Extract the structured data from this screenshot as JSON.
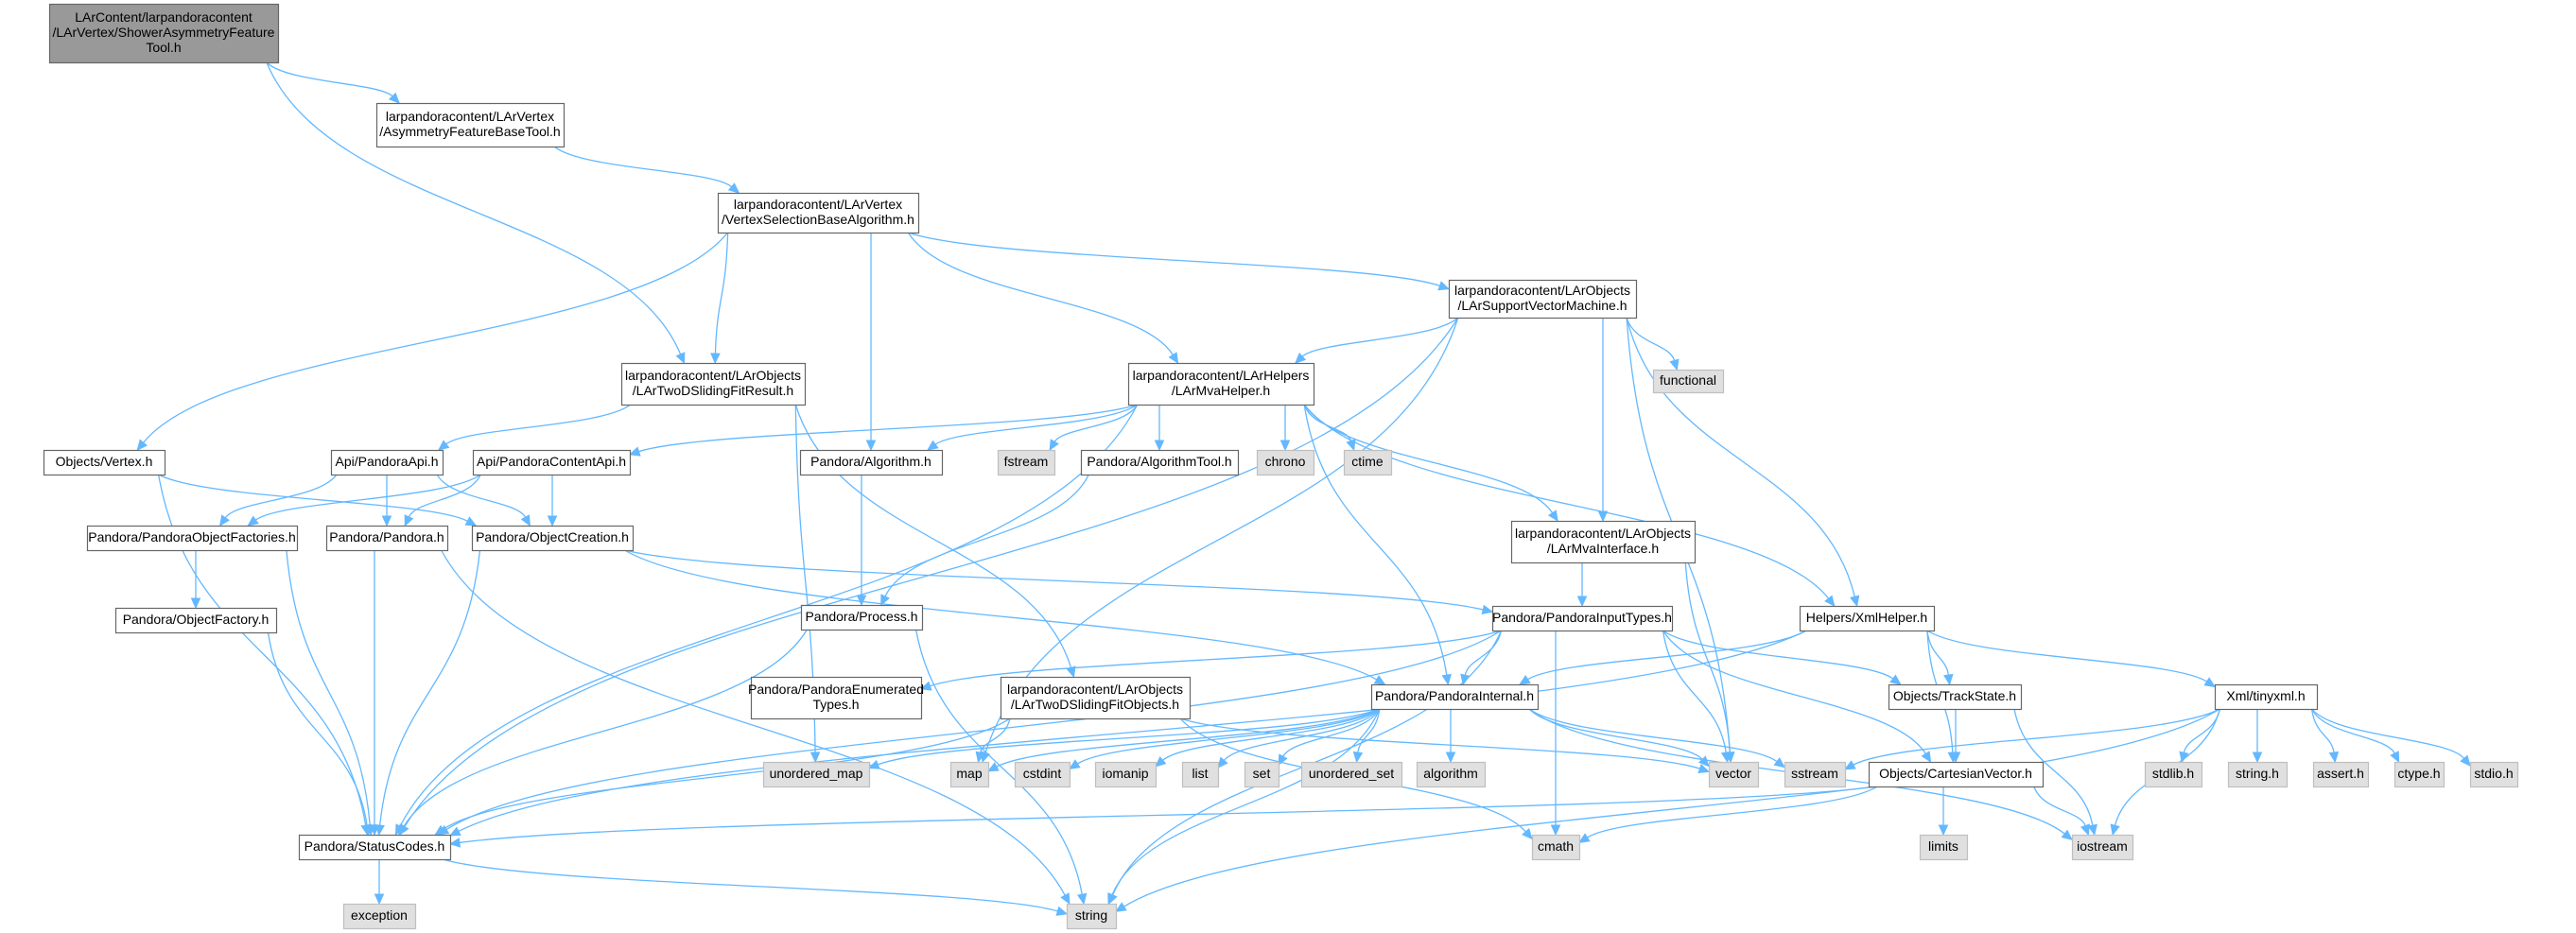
{
  "nodes": [
    {
      "id": "root",
      "lines": [
        "LArContent/larpandoracontent",
        "/LArVertex/ShowerAsymmetryFeature",
        "Tool.h"
      ],
      "style": "root"
    },
    {
      "id": "asymfbt",
      "lines": [
        "larpandoracontent/LArVertex",
        "/AsymmetryFeatureBaseTool.h"
      ],
      "style": "local"
    },
    {
      "id": "vsba",
      "lines": [
        "larpandoracontent/LArVertex",
        "/VertexSelectionBaseAlgorithm.h"
      ],
      "style": "local"
    },
    {
      "id": "svm",
      "lines": [
        "larpandoracontent/LArObjects",
        "/LArSupportVectorMachine.h"
      ],
      "style": "local"
    },
    {
      "id": "functional",
      "lines": [
        "functional"
      ],
      "style": "system"
    },
    {
      "id": "twodsfr",
      "lines": [
        "larpandoracontent/LArObjects",
        "/LArTwoDSlidingFitResult.h"
      ],
      "style": "local"
    },
    {
      "id": "mvahelper",
      "lines": [
        "larpandoracontent/LArHelpers",
        "/LArMvaHelper.h"
      ],
      "style": "local"
    },
    {
      "id": "vertex",
      "lines": [
        "Objects/Vertex.h"
      ],
      "style": "local"
    },
    {
      "id": "pandoraapi",
      "lines": [
        "Api/PandoraApi.h"
      ],
      "style": "local"
    },
    {
      "id": "contentapi",
      "lines": [
        "Api/PandoraContentApi.h"
      ],
      "style": "local"
    },
    {
      "id": "algorithm",
      "lines": [
        "Pandora/Algorithm.h"
      ],
      "style": "local"
    },
    {
      "id": "fstream",
      "lines": [
        "fstream"
      ],
      "style": "system"
    },
    {
      "id": "algtool",
      "lines": [
        "Pandora/AlgorithmTool.h"
      ],
      "style": "local"
    },
    {
      "id": "chrono",
      "lines": [
        "chrono"
      ],
      "style": "system"
    },
    {
      "id": "ctime",
      "lines": [
        "ctime"
      ],
      "style": "system"
    },
    {
      "id": "objfactories",
      "lines": [
        "Pandora/PandoraObjectFactories.h"
      ],
      "style": "local"
    },
    {
      "id": "pandora",
      "lines": [
        "Pandora/Pandora.h"
      ],
      "style": "local"
    },
    {
      "id": "objcreation",
      "lines": [
        "Pandora/ObjectCreation.h"
      ],
      "style": "local"
    },
    {
      "id": "mvainterface",
      "lines": [
        "larpandoracontent/LArObjects",
        "/LArMvaInterface.h"
      ],
      "style": "local"
    },
    {
      "id": "objfactory",
      "lines": [
        "Pandora/ObjectFactory.h"
      ],
      "style": "local"
    },
    {
      "id": "process",
      "lines": [
        "Pandora/Process.h"
      ],
      "style": "local"
    },
    {
      "id": "inputtypes",
      "lines": [
        "Pandora/PandoraInputTypes.h"
      ],
      "style": "local"
    },
    {
      "id": "xmlhelper",
      "lines": [
        "Helpers/XmlHelper.h"
      ],
      "style": "local"
    },
    {
      "id": "enumtypes",
      "lines": [
        "Pandora/PandoraEnumerated",
        "Types.h"
      ],
      "style": "local"
    },
    {
      "id": "twodsfo",
      "lines": [
        "larpandoracontent/LArObjects",
        "/LArTwoDSlidingFitObjects.h"
      ],
      "style": "local"
    },
    {
      "id": "internal",
      "lines": [
        "Pandora/PandoraInternal.h"
      ],
      "style": "local"
    },
    {
      "id": "trackstate",
      "lines": [
        "Objects/TrackState.h"
      ],
      "style": "local"
    },
    {
      "id": "tinyxml",
      "lines": [
        "Xml/tinyxml.h"
      ],
      "style": "local"
    },
    {
      "id": "unordered_map",
      "lines": [
        "unordered_map"
      ],
      "style": "system"
    },
    {
      "id": "map",
      "lines": [
        "map"
      ],
      "style": "system"
    },
    {
      "id": "cstdint",
      "lines": [
        "cstdint"
      ],
      "style": "system"
    },
    {
      "id": "iomanip",
      "lines": [
        "iomanip"
      ],
      "style": "system"
    },
    {
      "id": "list",
      "lines": [
        "list"
      ],
      "style": "system"
    },
    {
      "id": "set",
      "lines": [
        "set"
      ],
      "style": "system"
    },
    {
      "id": "unordered_set",
      "lines": [
        "unordered_set"
      ],
      "style": "system"
    },
    {
      "id": "algorithmstd",
      "lines": [
        "algorithm"
      ],
      "style": "system"
    },
    {
      "id": "vector",
      "lines": [
        "vector"
      ],
      "style": "system"
    },
    {
      "id": "sstream",
      "lines": [
        "sstream"
      ],
      "style": "system"
    },
    {
      "id": "cartvec",
      "lines": [
        "Objects/CartesianVector.h"
      ],
      "style": "local"
    },
    {
      "id": "stdlib",
      "lines": [
        "stdlib.h"
      ],
      "style": "system"
    },
    {
      "id": "stringh",
      "lines": [
        "string.h"
      ],
      "style": "system"
    },
    {
      "id": "assert",
      "lines": [
        "assert.h"
      ],
      "style": "system"
    },
    {
      "id": "ctype",
      "lines": [
        "ctype.h"
      ],
      "style": "system"
    },
    {
      "id": "stdio",
      "lines": [
        "stdio.h"
      ],
      "style": "system"
    },
    {
      "id": "statuscodes",
      "lines": [
        "Pandora/StatusCodes.h"
      ],
      "style": "local"
    },
    {
      "id": "cmath",
      "lines": [
        "cmath"
      ],
      "style": "system"
    },
    {
      "id": "limits",
      "lines": [
        "limits"
      ],
      "style": "system"
    },
    {
      "id": "iostream",
      "lines": [
        "iostream"
      ],
      "style": "system"
    },
    {
      "id": "exception",
      "lines": [
        "exception"
      ],
      "style": "system"
    },
    {
      "id": "string",
      "lines": [
        "string"
      ],
      "style": "system"
    }
  ],
  "edges": [
    [
      "root",
      "asymfbt"
    ],
    [
      "root",
      "twodsfr"
    ],
    [
      "asymfbt",
      "vsba"
    ],
    [
      "vsba",
      "vertex"
    ],
    [
      "vsba",
      "twodsfr"
    ],
    [
      "vsba",
      "algorithm"
    ],
    [
      "vsba",
      "mvahelper"
    ],
    [
      "vsba",
      "svm"
    ],
    [
      "svm",
      "statuscodes"
    ],
    [
      "svm",
      "mvahelper"
    ],
    [
      "svm",
      "functional"
    ],
    [
      "svm",
      "mvainterface"
    ],
    [
      "svm",
      "xmlhelper"
    ],
    [
      "svm",
      "vector"
    ],
    [
      "svm",
      "map"
    ],
    [
      "twodsfr",
      "pandoraapi"
    ],
    [
      "twodsfr",
      "twodsfo"
    ],
    [
      "twodsfr",
      "unordered_map"
    ],
    [
      "mvahelper",
      "contentapi"
    ],
    [
      "mvahelper",
      "algorithm"
    ],
    [
      "mvahelper",
      "fstream"
    ],
    [
      "mvahelper",
      "algtool"
    ],
    [
      "mvahelper",
      "chrono"
    ],
    [
      "mvahelper",
      "ctime"
    ],
    [
      "mvahelper",
      "mvainterface"
    ],
    [
      "mvahelper",
      "xmlhelper"
    ],
    [
      "mvahelper",
      "internal"
    ],
    [
      "mvahelper",
      "statuscodes"
    ],
    [
      "vertex",
      "objcreation"
    ],
    [
      "vertex",
      "statuscodes"
    ],
    [
      "pandoraapi",
      "objfactories"
    ],
    [
      "pandoraapi",
      "pandora"
    ],
    [
      "pandoraapi",
      "objcreation"
    ],
    [
      "contentapi",
      "objfactories"
    ],
    [
      "contentapi",
      "pandora"
    ],
    [
      "contentapi",
      "objcreation"
    ],
    [
      "algorithm",
      "process"
    ],
    [
      "algtool",
      "process"
    ],
    [
      "objfactories",
      "objfactory"
    ],
    [
      "objfactories",
      "statuscodes"
    ],
    [
      "pandora",
      "statuscodes"
    ],
    [
      "pandora",
      "string"
    ],
    [
      "objcreation",
      "inputtypes"
    ],
    [
      "objcreation",
      "internal"
    ],
    [
      "objcreation",
      "statuscodes"
    ],
    [
      "mvainterface",
      "inputtypes"
    ],
    [
      "mvainterface",
      "vector"
    ],
    [
      "objfactory",
      "statuscodes"
    ],
    [
      "process",
      "statuscodes"
    ],
    [
      "process",
      "string"
    ],
    [
      "inputtypes",
      "enumtypes"
    ],
    [
      "inputtypes",
      "internal"
    ],
    [
      "inputtypes",
      "trackstate"
    ],
    [
      "inputtypes",
      "cartvec"
    ],
    [
      "inputtypes",
      "statuscodes"
    ],
    [
      "inputtypes",
      "cmath"
    ],
    [
      "inputtypes",
      "vector"
    ],
    [
      "inputtypes",
      "string"
    ],
    [
      "xmlhelper",
      "internal"
    ],
    [
      "xmlhelper",
      "trackstate"
    ],
    [
      "xmlhelper",
      "cartvec"
    ],
    [
      "xmlhelper",
      "tinyxml"
    ],
    [
      "xmlhelper",
      "statuscodes"
    ],
    [
      "twodsfo",
      "statuscodes"
    ],
    [
      "twodsfo",
      "map"
    ],
    [
      "twodsfo",
      "vector"
    ],
    [
      "twodsfo",
      "cmath"
    ],
    [
      "internal",
      "unordered_map"
    ],
    [
      "internal",
      "map"
    ],
    [
      "internal",
      "cstdint"
    ],
    [
      "internal",
      "iomanip"
    ],
    [
      "internal",
      "list"
    ],
    [
      "internal",
      "set"
    ],
    [
      "internal",
      "unordered_set"
    ],
    [
      "internal",
      "algorithmstd"
    ],
    [
      "internal",
      "vector"
    ],
    [
      "internal",
      "sstream"
    ],
    [
      "internal",
      "iostream"
    ],
    [
      "internal",
      "string"
    ],
    [
      "trackstate",
      "cartvec"
    ],
    [
      "trackstate",
      "iostream"
    ],
    [
      "tinyxml",
      "sstream"
    ],
    [
      "tinyxml",
      "stdlib"
    ],
    [
      "tinyxml",
      "stringh"
    ],
    [
      "tinyxml",
      "assert"
    ],
    [
      "tinyxml",
      "ctype"
    ],
    [
      "tinyxml",
      "stdio"
    ],
    [
      "tinyxml",
      "iostream"
    ],
    [
      "tinyxml",
      "string"
    ],
    [
      "cartvec",
      "statuscodes"
    ],
    [
      "cartvec",
      "cmath"
    ],
    [
      "cartvec",
      "limits"
    ],
    [
      "cartvec",
      "iostream"
    ],
    [
      "statuscodes",
      "exception"
    ],
    [
      "statuscodes",
      "string"
    ]
  ]
}
